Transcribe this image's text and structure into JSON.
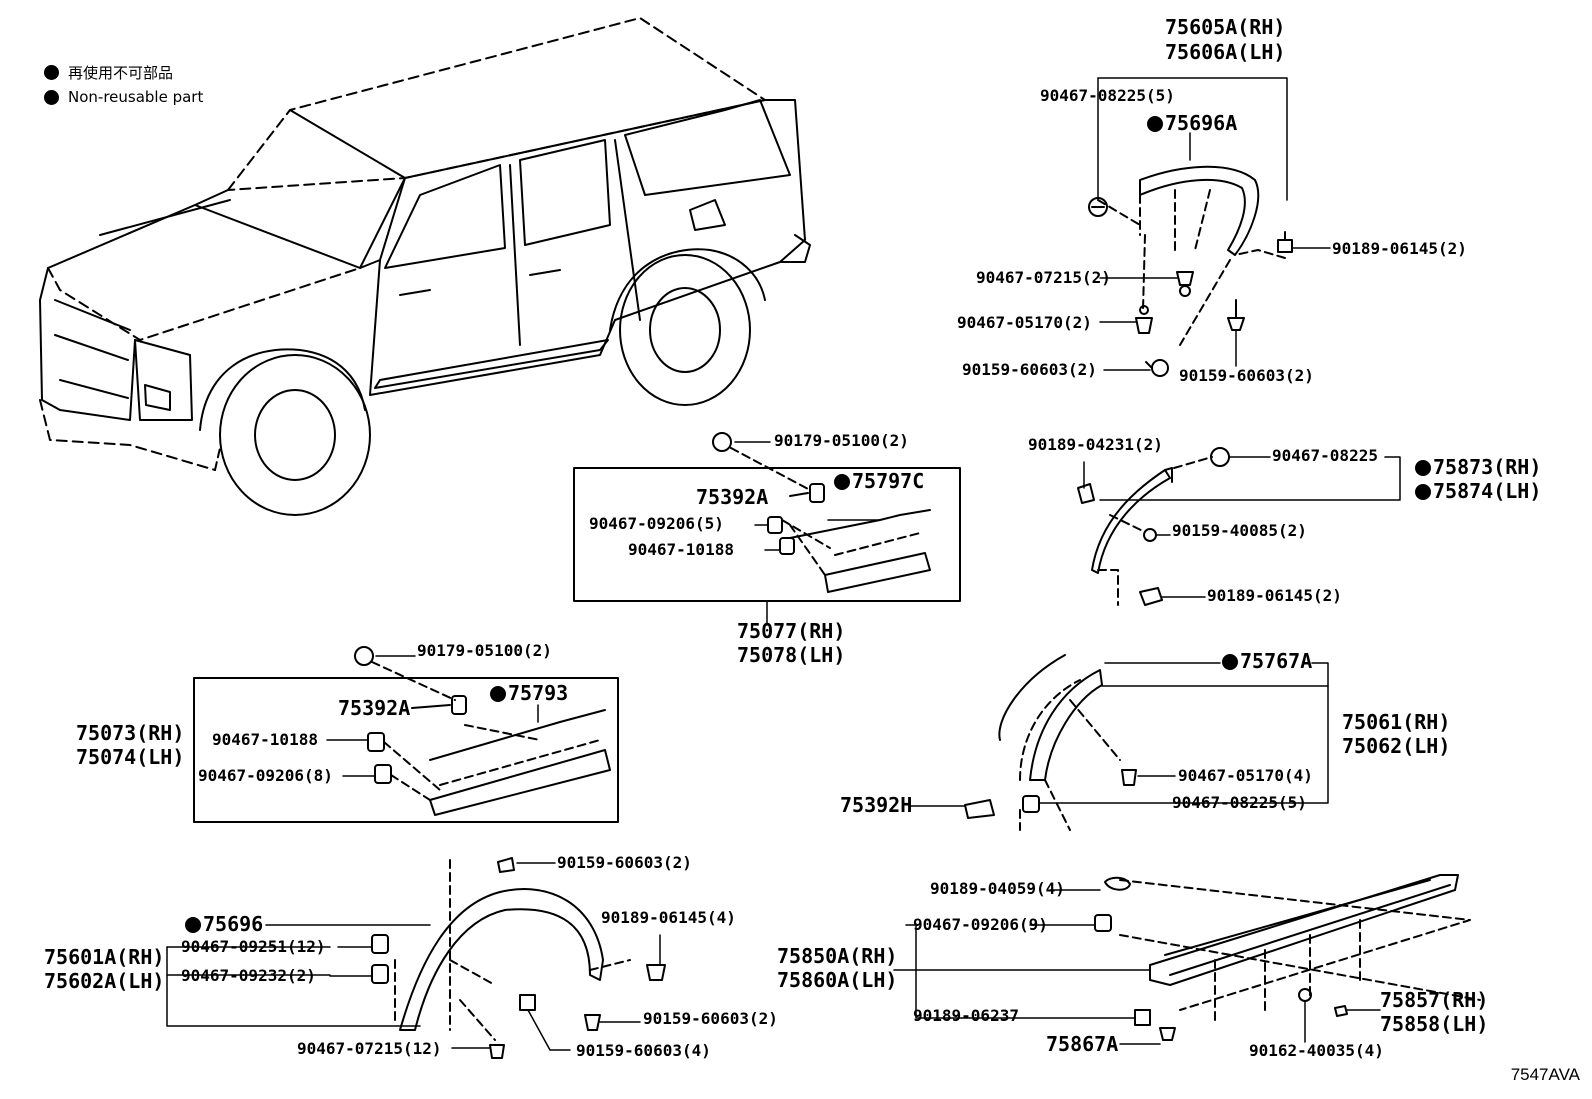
{
  "legend": {
    "jp": "再使用不可部品",
    "en": "Non-reusable part"
  },
  "illustration_code": "7547AVA",
  "callouts": {
    "c75605A": "75605A(RH)",
    "c75606A": "75606A(LH)",
    "c90467_08225_5_top": "90467-08225(5)",
    "c75696A": "75696A",
    "c90189_06145_2_top": "90189-06145(2)",
    "c90467_07215_2": "90467-07215(2)",
    "c90467_05170_2": "90467-05170(2)",
    "c90159_60603_2_a": "90159-60603(2)",
    "c90159_60603_2_b": "90159-60603(2)",
    "c90179_05100_2_mid": "90179-05100(2)",
    "c75392A_mid": "75392A",
    "c75797C": "75797C",
    "c90467_09206_5": "90467-09206(5)",
    "c90467_10188_mid": "90467-10188",
    "c75077": "75077(RH)",
    "c75078": "75078(LH)",
    "c90189_04231": "90189-04231(2)",
    "c90467_08225_rr": "90467-08225",
    "c75873": "75873(RH)",
    "c75874": "75874(LH)",
    "c90159_40085": "90159-40085(2)",
    "c90189_06145_2_rr": "90189-06145(2)",
    "c90179_05100_2_left": "90179-05100(2)",
    "c75793": "75793",
    "c75392A_left": "75392A",
    "c75073": "75073(RH)",
    "c75074": "75074(LH)",
    "c90467_10188_left": "90467-10188",
    "c90467_09206_8": "90467-09206(8)",
    "c75767A": "75767A",
    "c75061": "75061(RH)",
    "c75062": "75062(LH)",
    "c90467_05170_4": "90467-05170(4)",
    "c75392H": "75392H",
    "c90467_08225_5_mid": "90467-08225(5)",
    "c90159_60603_2_fr_top": "90159-60603(2)",
    "c75696": "75696",
    "c90189_06145_4": "90189-06145(4)",
    "c90467_09251": "90467-09251(12)",
    "c75601A": "75601A(RH)",
    "c75602A": "75602A(LH)",
    "c90467_09232": "90467-09232(2)",
    "c90159_60603_2_fr_bot": "90159-60603(2)",
    "c90467_07215_12": "90467-07215(12)",
    "c90159_60603_4": "90159-60603(4)",
    "c90189_04059": "90189-04059(4)",
    "c90467_09206_9": "90467-09206(9)",
    "c75850A": "75850A(RH)",
    "c75860A": "75860A(LH)",
    "c90189_06237": "90189-06237",
    "c75867A": "75867A",
    "c75857": "75857(RH)",
    "c75858": "75858(LH)",
    "c90162_40035": "90162-40035(4)"
  }
}
